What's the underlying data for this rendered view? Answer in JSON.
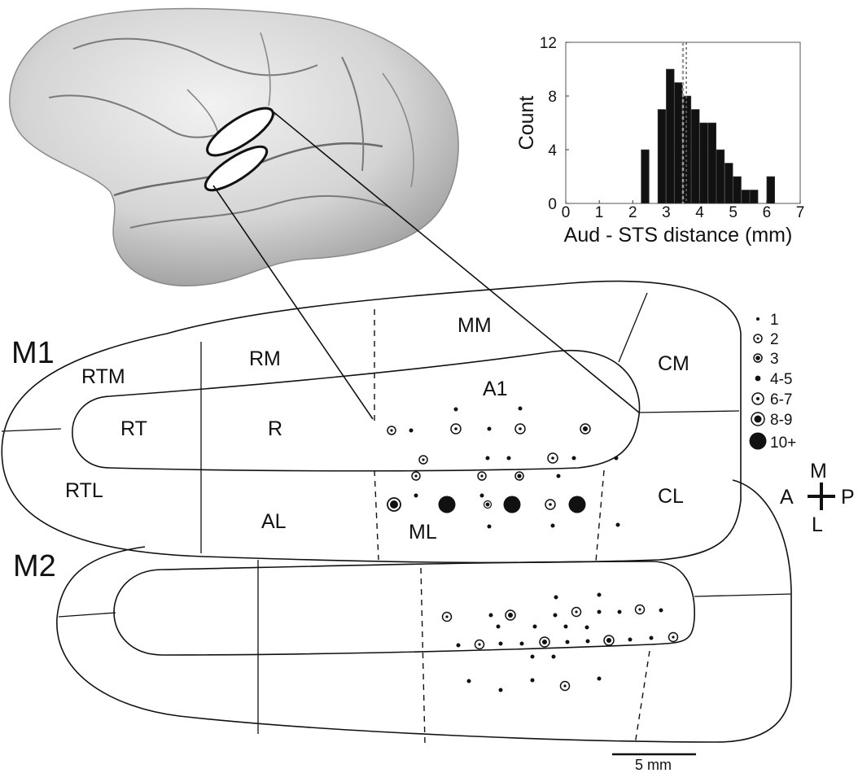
{
  "maps": [
    {
      "label": "M1",
      "areas": [
        "RTM",
        "RM",
        "MM",
        "CM",
        "RT",
        "R",
        "A1",
        "RTL",
        "AL",
        "ML",
        "CL"
      ]
    },
    {
      "label": "M2",
      "areas": []
    }
  ],
  "legend": {
    "items": [
      {
        "label": "1",
        "symbol": "tiny-dot"
      },
      {
        "label": "2",
        "symbol": "small-ring-dot"
      },
      {
        "label": "3",
        "symbol": "ring-thick-dot"
      },
      {
        "label": "4-5",
        "symbol": "dot"
      },
      {
        "label": "6-7",
        "symbol": "large-ring-dot"
      },
      {
        "label": "8-9",
        "symbol": "double-ring-dot"
      },
      {
        "label": "10+",
        "symbol": "large-filled-dot"
      }
    ]
  },
  "orientation": {
    "a": "A",
    "p": "P",
    "m": "M",
    "l": "L"
  },
  "scale_bar": {
    "label": "5 mm"
  },
  "chart_data": {
    "type": "bar",
    "title": "",
    "xlabel": "Aud - STS distance (mm)",
    "ylabel": "Count",
    "xlim": [
      0,
      7
    ],
    "ylim": [
      0,
      12
    ],
    "xticks": [
      "0",
      "1",
      "2",
      "3",
      "4",
      "5",
      "6",
      "7"
    ],
    "yticks": [
      "0",
      "4",
      "8",
      "12"
    ],
    "bin_width": 0.25,
    "bins": [
      {
        "x": 2.25,
        "count": 4
      },
      {
        "x": 2.75,
        "count": 7
      },
      {
        "x": 3.0,
        "count": 10
      },
      {
        "x": 3.25,
        "count": 9
      },
      {
        "x": 3.5,
        "count": 8
      },
      {
        "x": 3.75,
        "count": 7
      },
      {
        "x": 4.0,
        "count": 6
      },
      {
        "x": 4.25,
        "count": 6
      },
      {
        "x": 4.5,
        "count": 4
      },
      {
        "x": 4.75,
        "count": 3
      },
      {
        "x": 5.0,
        "count": 2
      },
      {
        "x": 5.25,
        "count": 1
      },
      {
        "x": 5.5,
        "count": 1
      },
      {
        "x": 6.0,
        "count": 2
      }
    ],
    "median_line": 3.5,
    "mean_line": 3.6
  }
}
